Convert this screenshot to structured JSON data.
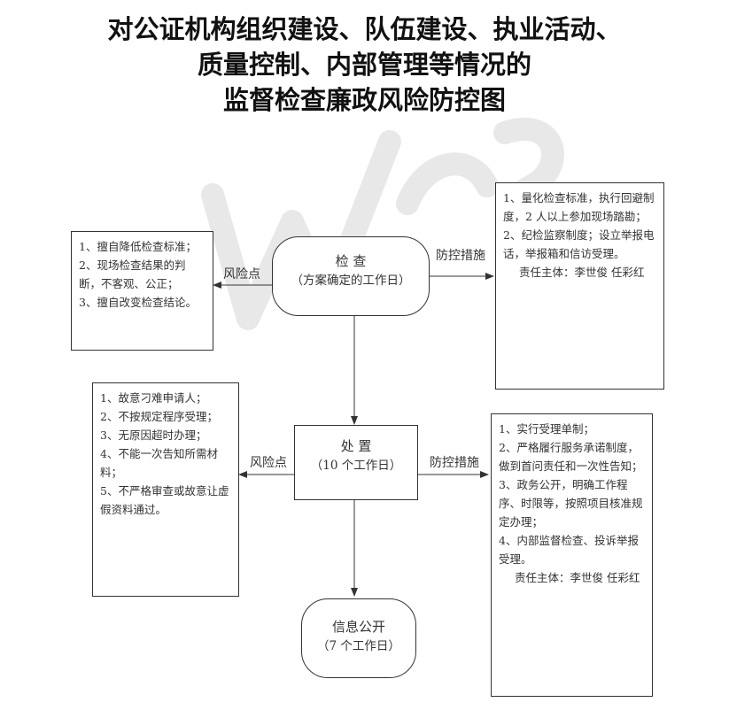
{
  "title": {
    "line1": "对公证机构组织建设、队伍建设、执业活动、",
    "line2": "质量控制、内部管理等情况的",
    "line3": "监督检查廉政风险防控图"
  },
  "step1": {
    "name": "检  查",
    "duration": "（方案确定的工作日）",
    "risk_label": "风险点",
    "measure_label": "防控措施",
    "risks": [
      "1、擅自降低检查标准；",
      "2、现场检查结果的判断，不客观、公正；",
      "3、擅自改变检查结论。"
    ],
    "measures": [
      "1、量化检查标准，执行回避制度，2 人以上参加现场踏勘；",
      "2、纪检监察制度；设立举报电话，举报箱和信访受理。"
    ],
    "responsible": "责任主体：李世俊  任彩红"
  },
  "step2": {
    "name": "处  置",
    "duration": "（10 个工作日）",
    "risk_label": "风险点",
    "measure_label": "防控措施",
    "risks": [
      "1、故意刁难申请人；",
      "2、不按规定程序受理；",
      "3、无原因超时办理；",
      "4、不能一次告知所需材料；",
      "5、不严格审查或故意让虚假资料通过。"
    ],
    "measures": [
      "1、实行受理单制；",
      "2、严格履行服务承诺制度，做到首问责任和一次性告知；",
      "3、政务公开，明确工作程序、时限等，按照项目核准规定办理；",
      "4、内部监督检查、投诉举报受理。"
    ],
    "responsible": "责任主体：李世俊  任彩红"
  },
  "step3": {
    "name": "信息公开",
    "duration": "（7 个工作日）"
  },
  "colors": {
    "line": "#333333",
    "watermark": "#e6e6e6"
  }
}
